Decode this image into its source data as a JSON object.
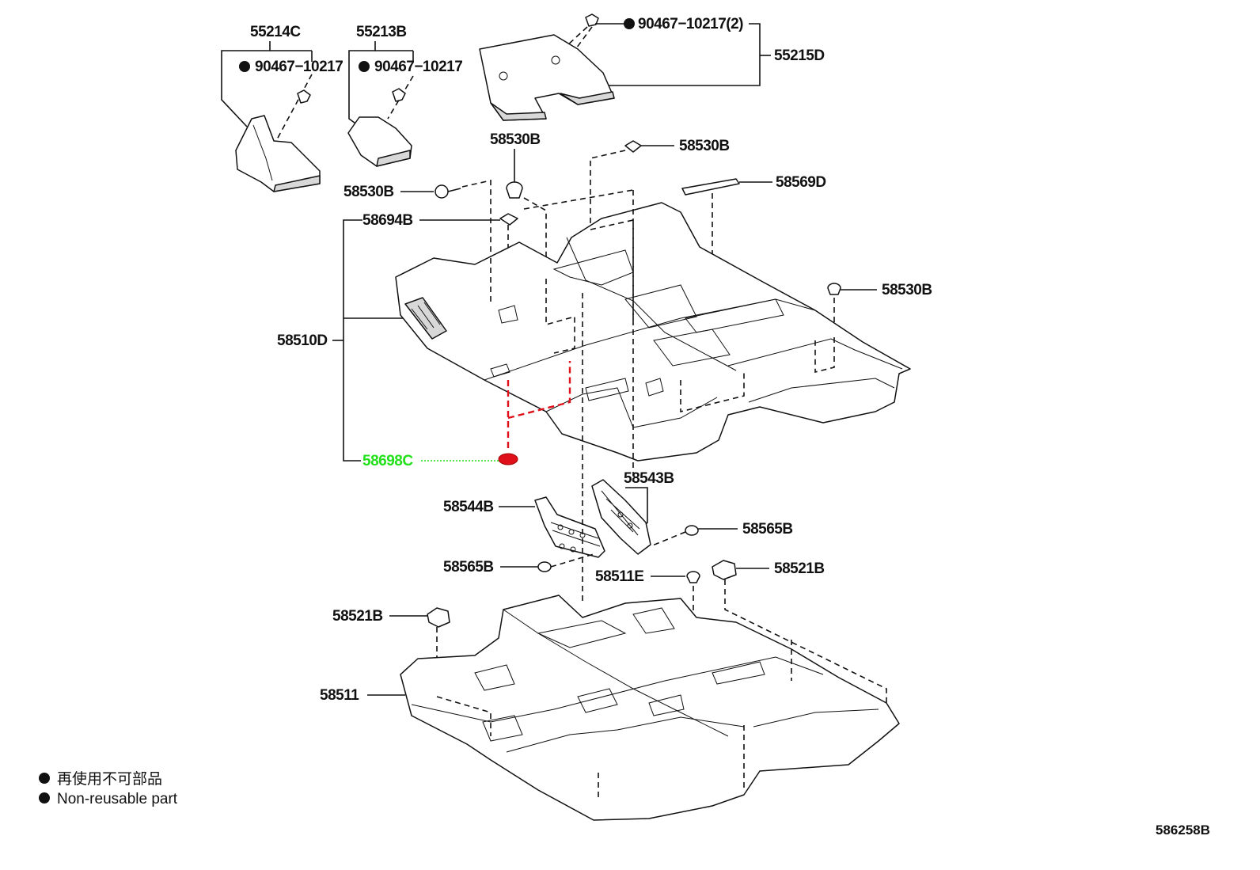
{
  "diagram": {
    "code": "586258B",
    "highlight_color": "#22e01a",
    "hotspot_color": "#e0101a",
    "labels": {
      "p55214C": "55214C",
      "p55213B": "55213B",
      "p90467_a": "90467−10217",
      "p90467_b": "90467−10217",
      "p90467_c": "90467−10217(2)",
      "p55215D": "55215D",
      "p58530B_a": "58530B",
      "p58530B_b": "58530B",
      "p58530B_c": "58530B",
      "p58530B_d": "58530B",
      "p58569D": "58569D",
      "p58694B": "58694B",
      "p58510D": "58510D",
      "p58698C": "58698C",
      "p58543B": "58543B",
      "p58544B": "58544B",
      "p58565B_a": "58565B",
      "p58565B_b": "58565B",
      "p58511E": "58511E",
      "p58521B_a": "58521B",
      "p58521B_b": "58521B",
      "p58511": "58511"
    },
    "legend": {
      "line1": "再使用不可部品",
      "line2": "Non-reusable part"
    }
  }
}
